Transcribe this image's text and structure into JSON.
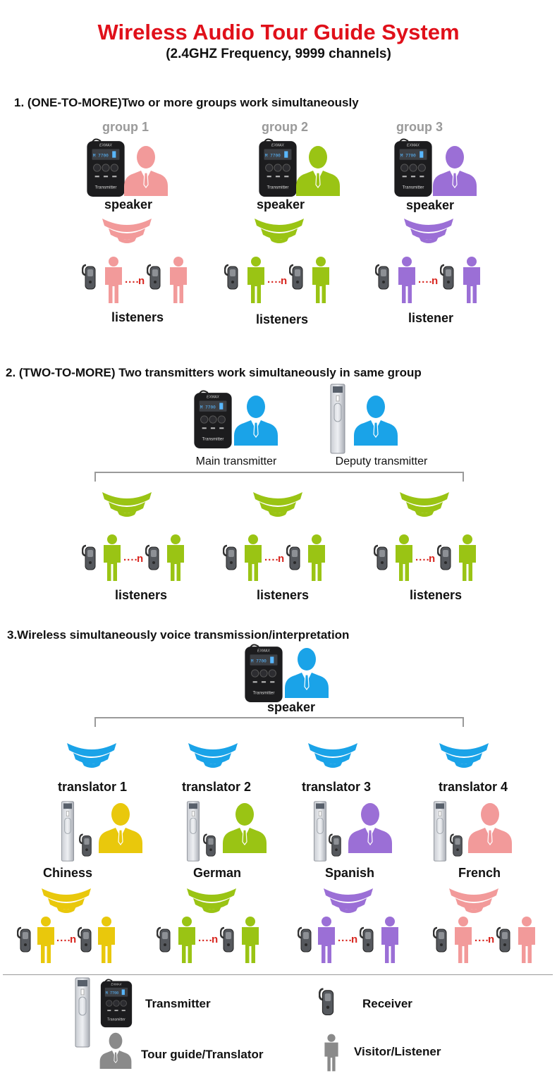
{
  "title": "Wireless Audio Tour Guide System",
  "subtitle": "(2.4GHZ Frequency, 9999 channels)",
  "device": {
    "brand": "EXMAX",
    "screen_text": "M 7700",
    "label": "Transmitter"
  },
  "chain_letter": "n",
  "colors": {
    "title": "#e0101a",
    "pink": "#f29a9a",
    "green": "#9ac414",
    "purple": "#9b6fd6",
    "blue": "#1aa3e8",
    "yellow": "#e9c80c",
    "gray": "#8a8a8a"
  },
  "section1": {
    "heading": "1. (ONE-TO-MORE)Two or more groups work simultaneously",
    "groups": [
      {
        "name": "group 1",
        "role": "speaker",
        "listeners_label": "listeners",
        "color": "#f29a9a"
      },
      {
        "name": "group 2",
        "role": "speaker",
        "listeners_label": "listeners",
        "color": "#9ac414"
      },
      {
        "name": "group 3",
        "role": "speaker",
        "listeners_label": "listener",
        "color": "#9b6fd6"
      }
    ]
  },
  "section2": {
    "heading": "2. (TWO-TO-MORE) Two transmitters work simultaneously in same group",
    "main_label": "Main transmitter",
    "deputy_label": "Deputy transmitter",
    "listener_groups": [
      "listeners",
      "listeners",
      "listeners"
    ]
  },
  "section3": {
    "heading": "3.Wireless simultaneously voice transmission/interpretation",
    "speaker_label": "speaker",
    "translators": [
      {
        "label": "translator 1",
        "language": "Chiness",
        "color": "#e9c80c"
      },
      {
        "label": "translator 2",
        "language": "German",
        "color": "#9ac414"
      },
      {
        "label": "translator 3",
        "language": "Spanish",
        "color": "#9b6fd6"
      },
      {
        "label": "translator 4",
        "language": "French",
        "color": "#f29a9a"
      }
    ]
  },
  "legend": {
    "transmitter": "Transmitter",
    "receiver": "Receiver",
    "tour_guide": "Tour guide/Translator",
    "visitor": "Visitor/Listener"
  }
}
